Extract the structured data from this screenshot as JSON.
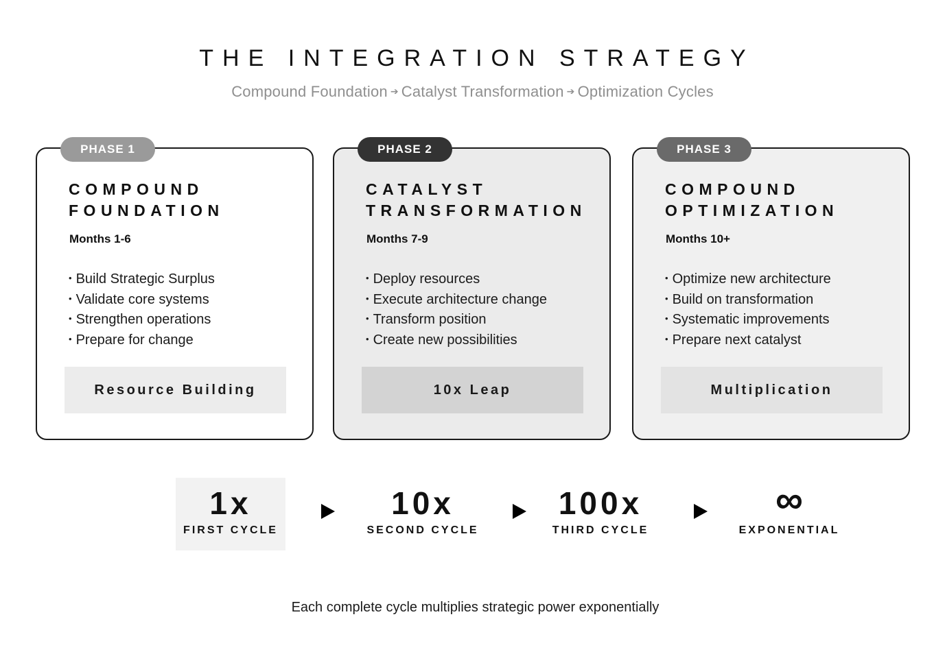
{
  "header": {
    "title": "THE INTEGRATION STRATEGY",
    "subtitle_parts": [
      "Compound Foundation",
      "Catalyst Transformation",
      "Optimization Cycles"
    ],
    "arrow_glyph": "➔"
  },
  "phases": [
    {
      "badge": "PHASE 1",
      "title_line1": "COMPOUND",
      "title_line2": "FOUNDATION",
      "months": "Months 1-6",
      "bullets": [
        "Build Strategic Surplus",
        "Validate core systems",
        "Strengthen operations",
        "Prepare for change"
      ],
      "banner": "Resource Building",
      "colors": {
        "badge": "#9a9a9a",
        "card": "#ffffff",
        "banner": "#ececec"
      }
    },
    {
      "badge": "PHASE 2",
      "title_line1": "CATALYST",
      "title_line2": "TRANSFORMATION",
      "months": "Months 7-9",
      "bullets": [
        "Deploy resources",
        "Execute architecture change",
        "Transform position",
        "Create new possibilities"
      ],
      "banner": "10x Leap",
      "colors": {
        "badge": "#333333",
        "card": "#ebebeb",
        "banner": "#d3d3d3"
      }
    },
    {
      "badge": "PHASE 3",
      "title_line1": "COMPOUND",
      "title_line2": "OPTIMIZATION",
      "months": "Months 10+",
      "bullets": [
        "Optimize new architecture",
        "Build on transformation",
        "Systematic improvements",
        "Prepare next catalyst"
      ],
      "banner": "Multiplication",
      "colors": {
        "badge": "#6a6a6a",
        "card": "#f0f0f0",
        "banner": "#e3e3e3"
      }
    }
  ],
  "cycles": [
    {
      "value": "1x",
      "label": "FIRST CYCLE"
    },
    {
      "value": "10x",
      "label": "SECOND CYCLE"
    },
    {
      "value": "100x",
      "label": "THIRD CYCLE"
    },
    {
      "value": "∞",
      "label": "EXPONENTIAL"
    }
  ],
  "footer": {
    "text": "Each complete cycle multiplies strategic power exponentially"
  }
}
